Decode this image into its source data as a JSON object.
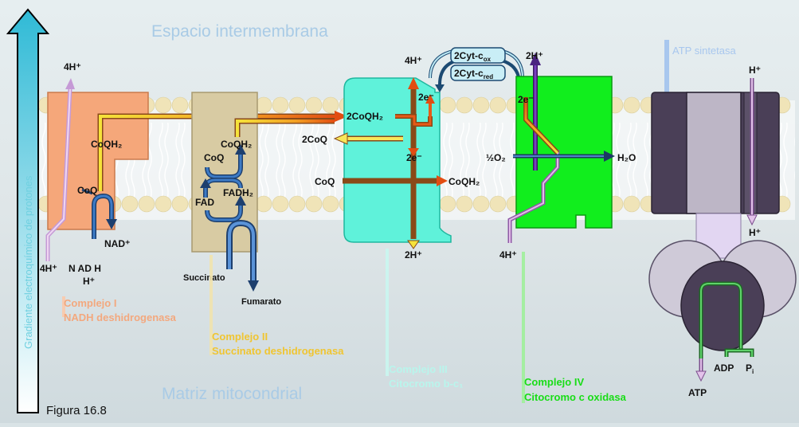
{
  "regions": {
    "top": "Espacio intermembrana",
    "bottom": "Matriz mitocondrial",
    "gradient": "Gradiente electroquímico de protones"
  },
  "figure_label": "Figura 16.8",
  "complex1": {
    "name": "Complejo I",
    "subtitle": "NADH deshidrogenasa",
    "top_protons": "4H⁺",
    "bottom_protons": "4H⁺",
    "coqh2": "CoQH₂",
    "coq": "CoQ",
    "nadh": "N AD H",
    "nadh_h": "H⁺",
    "nad": "NAD⁺"
  },
  "complex2": {
    "name": "Complejo II",
    "subtitle": "Succinato deshidrogenasa",
    "coq": "CoQ",
    "coqh2": "CoQH₂",
    "fad": "FAD",
    "fadh2": "FADH₂",
    "succinate": "Succinato",
    "fumarate": "Fumarato"
  },
  "complex3": {
    "name": "Complejo III",
    "subtitle": "Citocromo b-c₁",
    "top_protons": "4H⁺",
    "bottom_protons": "2H⁺",
    "coqh2_in": "2CoQH₂",
    "coq_out": "2CoQ",
    "e1": "2e⁻",
    "e2": "2e⁻",
    "coq_in": "CoQ",
    "coqh2_out": "CoQH₂",
    "cyt_ox": "2Cyt-c",
    "cyt_ox_sub": "ox",
    "cyt_red": "2Cyt-c",
    "cyt_red_sub": "red"
  },
  "complex4": {
    "name": "Complejo IV",
    "subtitle": "Citocromo c oxidasa",
    "top_protons": "2H⁺",
    "bottom_protons": "4H⁺",
    "electrons": "2e⁻",
    "oxygen": "½O₂",
    "water": "H₂O"
  },
  "atp_synthase": {
    "name": "ATP sintetasa",
    "top_protons": "H⁺",
    "bottom_protons": "H⁺",
    "adp": "ADP",
    "pi": "P",
    "pi_sub": "i",
    "atp": "ATP"
  },
  "colors": {
    "complex1": "#f5a77a",
    "complex2": "#d8cba3",
    "complex3": "#5ff2da",
    "complex4": "#11ee1d",
    "synthase_dark": "#4a3f57",
    "synthase_light": "#bdb6c6",
    "caption1": "#f3a87e",
    "caption2": "#f0c531",
    "caption3": "#b9f5ec",
    "caption4": "#18dd16",
    "caption5": "#a8c7ee"
  }
}
